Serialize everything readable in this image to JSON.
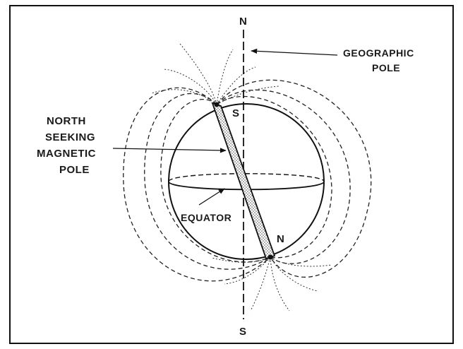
{
  "labels": {
    "top_pole_letter": "N",
    "bottom_pole_letter": "S",
    "geographic_pole": [
      "GEOGRAPHIC",
      "POLE"
    ],
    "north_seeking": [
      "NORTH",
      "SEEKING",
      "MAGNETIC",
      "POLE"
    ],
    "magnet_top": "S",
    "magnet_bottom": "N",
    "equator": "EQUATOR"
  },
  "colors": {
    "ink": "#111111",
    "paper": "#ffffff",
    "bar_fill": "#bdbdbd"
  }
}
